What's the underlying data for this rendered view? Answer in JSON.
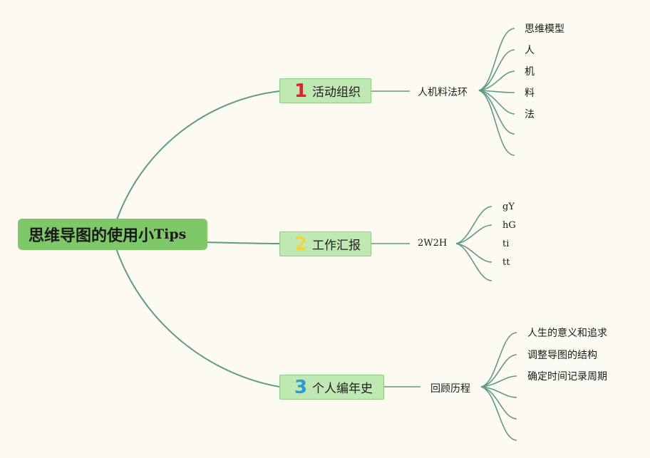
{
  "root": {
    "title_cjk": "思维导图的使用小",
    "title_latin": "Tips"
  },
  "branches": [
    {
      "number": "1",
      "label": "活动组织",
      "sub": "人机料法环",
      "leaves": [
        "思维模型",
        "人",
        "机",
        "料",
        "法",
        "",
        ""
      ]
    },
    {
      "number": "2",
      "label": "工作汇报",
      "sub": "2W2H",
      "leaves": [
        "gY",
        "hG",
        "ti",
        "tt"
      ]
    },
    {
      "number": "3",
      "label": "个人编年史",
      "sub": "回顾历程",
      "leaves": [
        "人生的意义和追求",
        "调整导图的结构",
        "确定时间记录周期",
        "",
        "",
        ""
      ]
    }
  ],
  "colors": {
    "background": "#fdfbf1",
    "root_fill": "#7ec86a",
    "branch_fill": "#bfe8b3",
    "edge": "#5e9a86",
    "num1": "#d42a2a",
    "num2": "#f2d347",
    "num3": "#2f9ad4"
  }
}
